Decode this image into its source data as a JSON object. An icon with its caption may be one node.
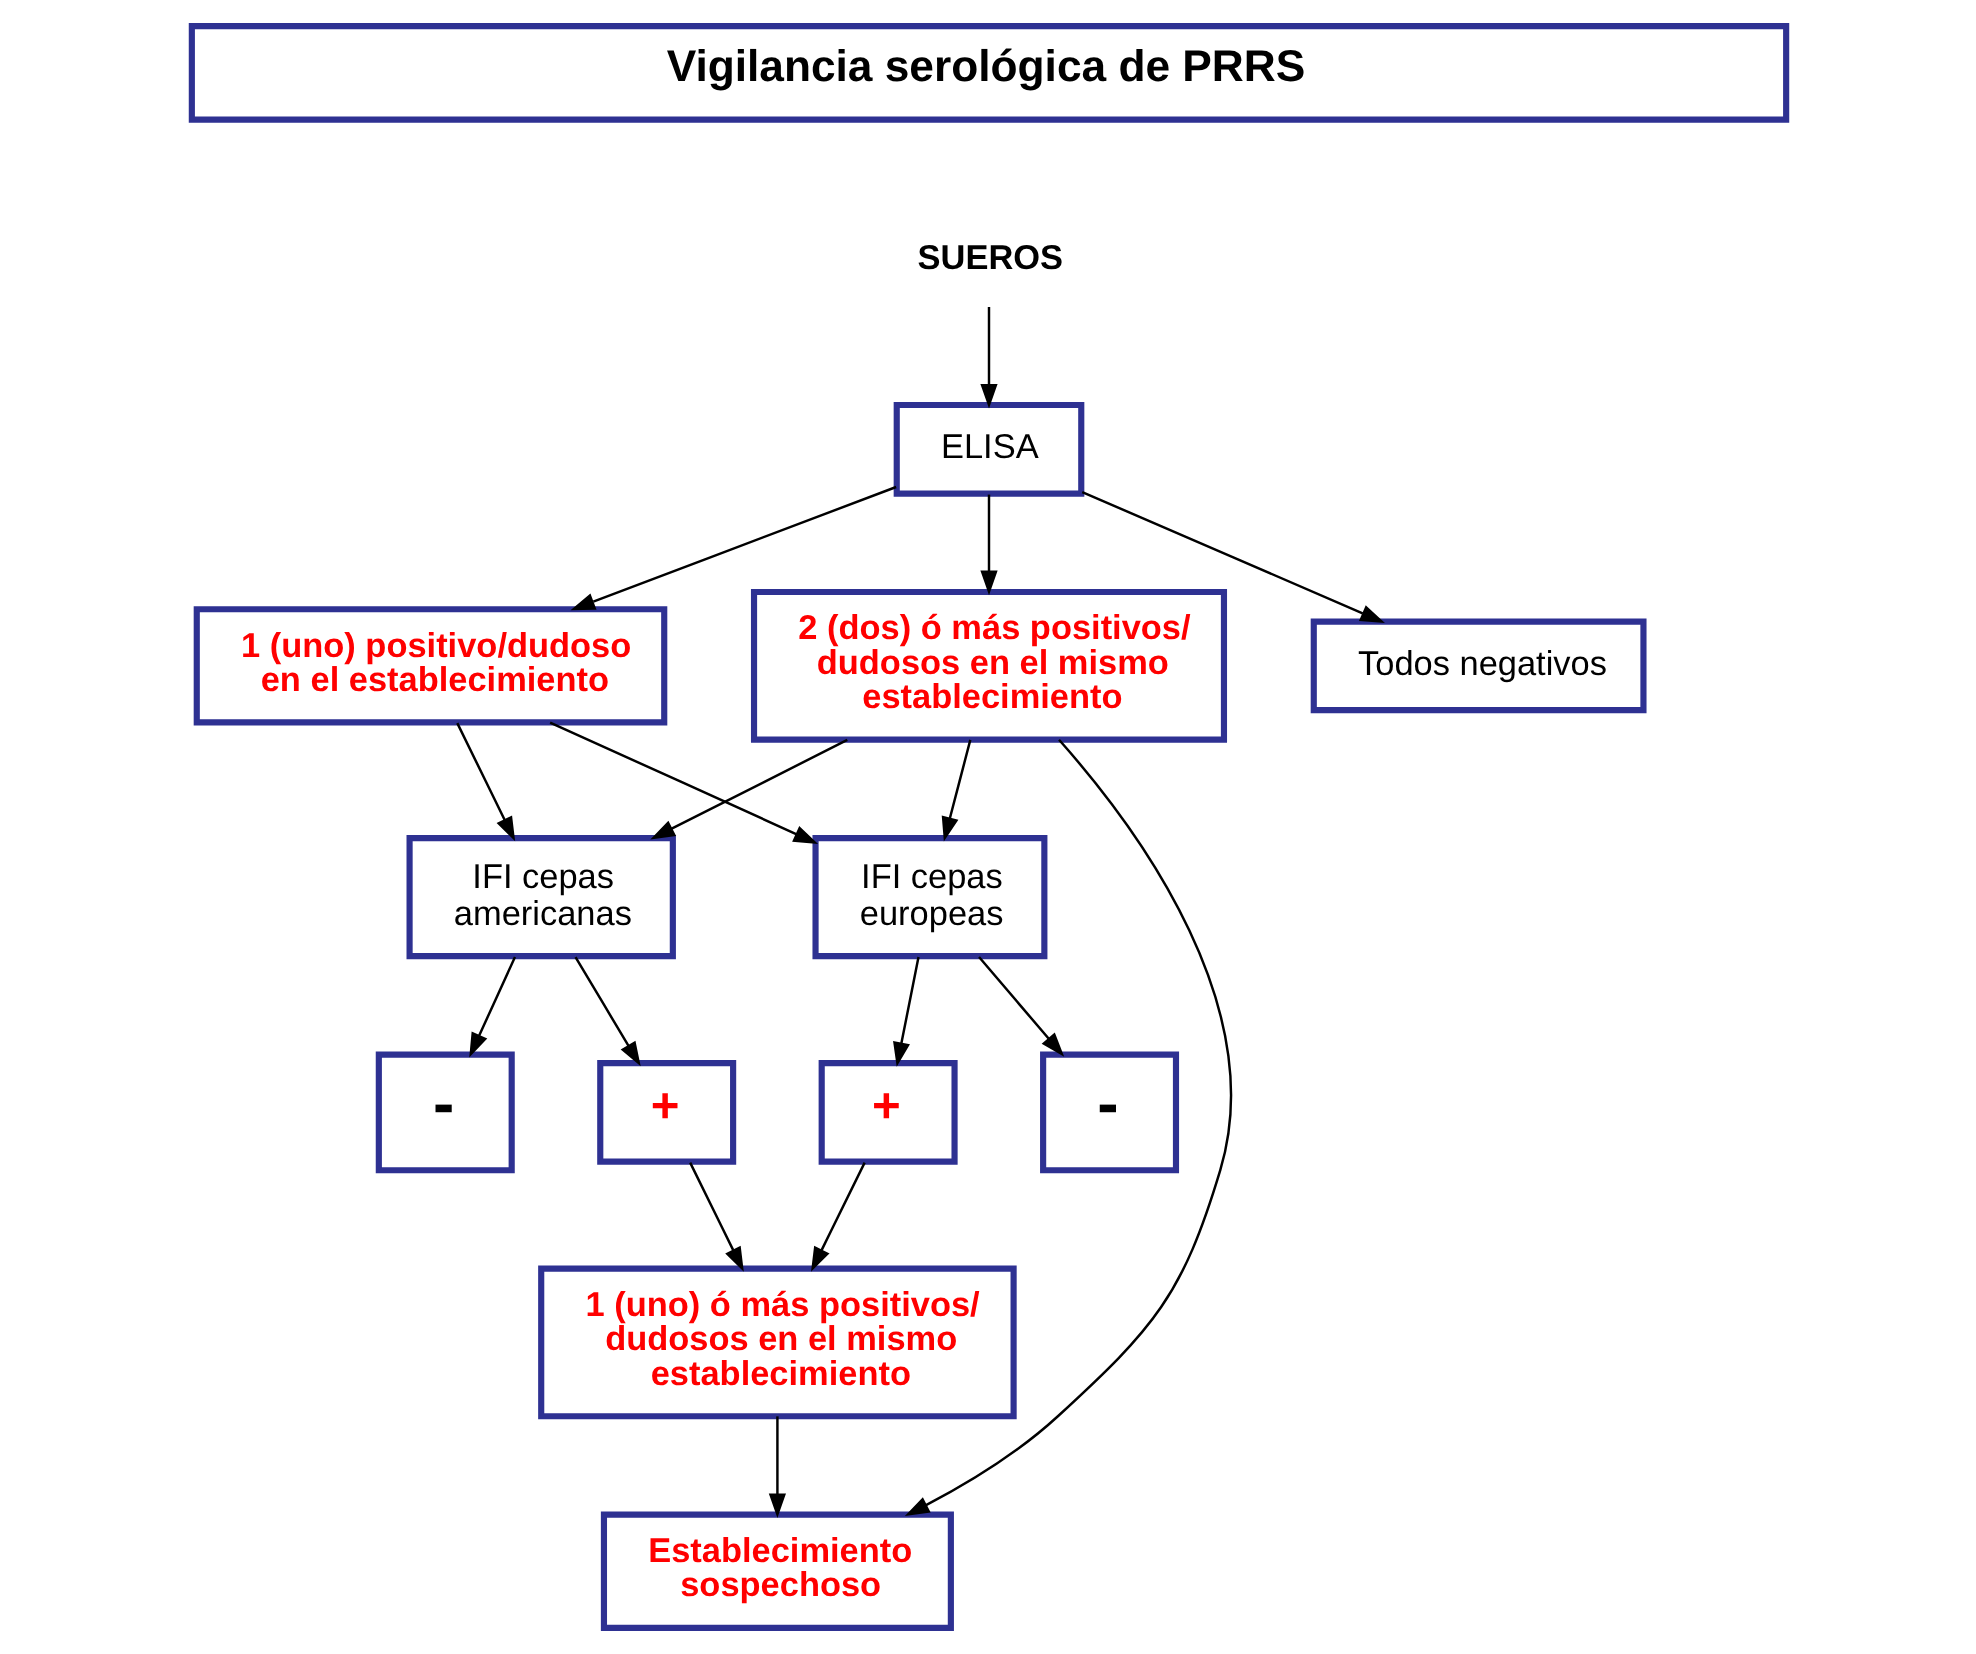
{
  "diagram": {
    "nodes": [
      {
        "text": [
          "Vigilancia serológica de PRRS"
        ]
      },
      {
        "text": [
          "SUEROS"
        ]
      },
      {
        "text": [
          "ELISA"
        ]
      },
      {
        "text": [
          "1 (uno) positivo/dudoso en el establecimiento"
        ]
      },
      {
        "text": [
          "2 (dos) ó más positivos/ dudosos en el mismo establecimiento"
        ]
      },
      {
        "text": [
          "Todos negativos"
        ]
      },
      {
        "text": [
          "IFI cepas americanas"
        ]
      },
      {
        "text": [
          "IFI cepas europeas"
        ]
      },
      {
        "text": [
          "-"
        ]
      },
      {
        "text": [
          "+"
        ]
      },
      {
        "text": [
          "+"
        ]
      },
      {
        "text": [
          "-"
        ]
      },
      {
        "text": [
          "1 (uno) ó más positivos/ dudosos en el mismo establecimiento"
        ]
      },
      {
        "text": [
          "Establecimiento sospechoso"
        ]
      }
    ],
    "edges": [
      {
        "from": 1,
        "to": 2,
        "arrow": "to"
      },
      {
        "from": 2,
        "to": 3,
        "arrow": "to"
      },
      {
        "from": 2,
        "to": 4,
        "arrow": "to"
      },
      {
        "from": 2,
        "to": 5,
        "arrow": "to"
      },
      {
        "from": 3,
        "to": 6,
        "arrow": "to"
      },
      {
        "from": 3,
        "to": 7,
        "arrow": "to"
      },
      {
        "from": 4,
        "to": 6,
        "arrow": "to"
      },
      {
        "from": 4,
        "to": 7,
        "arrow": "to"
      },
      {
        "from": 4,
        "to": 13,
        "arrow": "to"
      },
      {
        "from": 6,
        "to": 8,
        "arrow": "to"
      },
      {
        "from": 6,
        "to": 9,
        "arrow": "to"
      },
      {
        "from": 7,
        "to": 10,
        "arrow": "to"
      },
      {
        "from": 7,
        "to": 11,
        "arrow": "to"
      },
      {
        "from": 9,
        "to": 12,
        "arrow": "to"
      },
      {
        "from": 10,
        "to": 12,
        "arrow": "to"
      },
      {
        "from": 12,
        "to": 13,
        "arrow": "to"
      }
    ]
  }
}
